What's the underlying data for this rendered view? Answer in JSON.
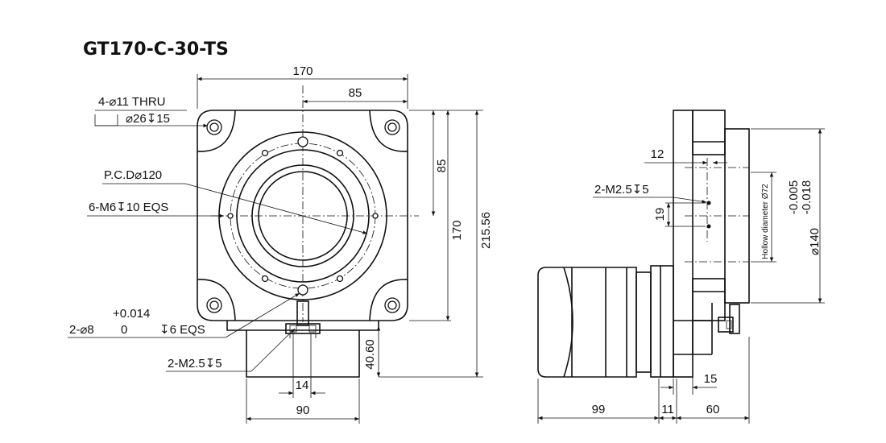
{
  "title": "GT170-C-30-TS",
  "front_view": {
    "dim_width": "170",
    "dim_half_width": "85",
    "dim_half_height": "85",
    "dim_height": "170",
    "dim_total_height": "215.56",
    "mount_holes_line1": "4-⌀11 THRU",
    "mount_holes_line2": "⌀26↧15",
    "pcd": "P.C.D⌀120",
    "tapped_holes": "6-M6↧10 EQS",
    "pin_tol": "+0.014",
    "pin_holes_prefix": "2-⌀8",
    "pin_tol_low": "0",
    "pin_depth": "↧6 EQS",
    "bottom_threads": "2-M2.5↧5",
    "dim_40_60": "40.60",
    "dim_14": "14",
    "dim_90": "90"
  },
  "side_view": {
    "dim_12": "12",
    "threads": "2-M2.5↧5",
    "dim_19": "19",
    "hollow": "Hollow diameter Ø72",
    "tol_upper": "-0.005",
    "tol_lower": "-0.018",
    "dia_140": "⌀140",
    "dim_15": "15",
    "dim_99": "99",
    "dim_11": "11",
    "dim_60": "60"
  }
}
